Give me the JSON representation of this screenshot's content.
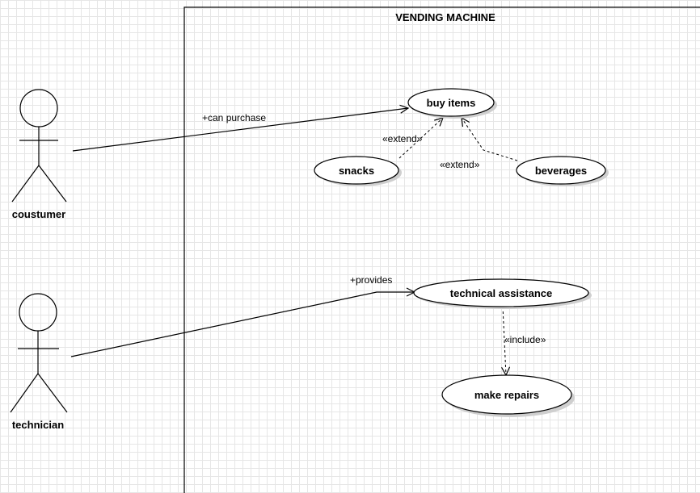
{
  "system": {
    "title": "VENDING MACHINE"
  },
  "actors": {
    "customer": {
      "label": "coustumer"
    },
    "technician": {
      "label": "technician"
    }
  },
  "use_cases": {
    "buy_items": "buy items",
    "snacks": "snacks",
    "beverages": "beverages",
    "technical_assistance": "technical assistance",
    "make_repairs": "make repairs"
  },
  "relations": {
    "can_purchase": "+can purchase",
    "provides": "+provides",
    "extend_snacks": "«extend»",
    "extend_beverages": "«extend»",
    "include_repairs": "«include»"
  }
}
